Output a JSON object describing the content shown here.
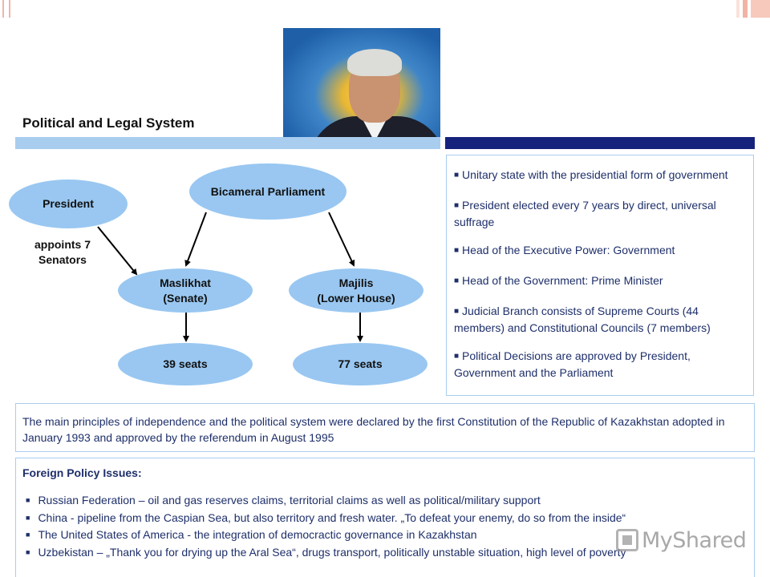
{
  "slide": {
    "section_title": "Political and Legal System",
    "portrait_alt": "Portrait of the President"
  },
  "diagram": {
    "president": "President",
    "parliament": "Bicameral Parliament",
    "appoints": "appoints 7\nSenators",
    "maslikhat": "Maslikhat\n(Senate)",
    "majilis": "Majilis\n(Lower House)",
    "seats_senate": "39 seats",
    "seats_lower": "77 seats"
  },
  "facts": [
    "Unitary state with the presidential form of government",
    "President elected every 7 years by direct, universal suffrage",
    "Head of the Executive Power: Government",
    "Head of the Government: Prime Minister",
    "Judicial Branch consists of Supreme Courts (44 members) and Constitutional Councils (7 members)",
    "Political Decisions are approved by President, Government and the Parliament"
  ],
  "principles": "The main principles of independence and the political system were declared by the first Constitution of the Republic of Kazakhstan adopted in January 1993 and approved by the referendum in August 1995",
  "foreign": {
    "title": "Foreign  Policy Issues:",
    "items": [
      "Russian Federation – oil and gas reserves claims, territorial claims as well as political/military support",
      "China  - pipeline from the Caspian Sea, but also territory and fresh water. „To defeat your enemy, do so from the inside“",
      "The United States of America  - the integration of democractic governance in Kazakhstan",
      "Uzbekistan – „Thank you for drying up the Aral Sea“, drugs transport, politically unstable situation, high level of poverty"
    ]
  },
  "watermark": "MyShared",
  "colors": {
    "light_bar": "#a9cdef",
    "dark_bar": "#16237d",
    "ellipse": "#99c7f1",
    "text_blue": "#1e2f6a"
  }
}
